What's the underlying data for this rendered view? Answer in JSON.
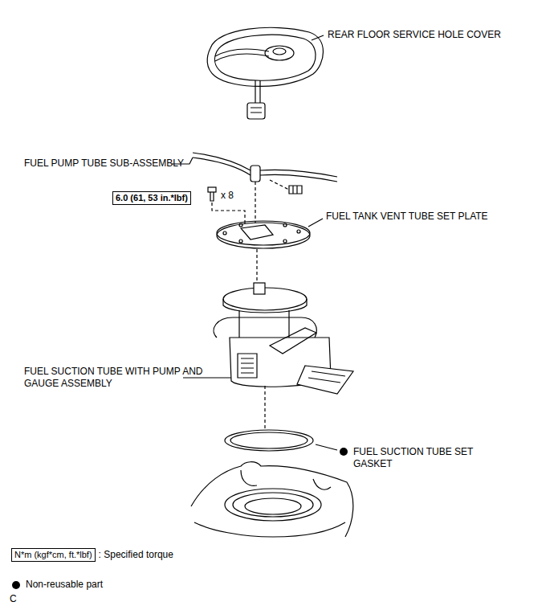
{
  "diagram": {
    "nodes": [
      {
        "text": [
          "6.0 (61, 53 in.*lbf)"
        ]
      },
      {
        "text": [
          "N*m (kgf*cm, ft.*lbf)"
        ]
      }
    ],
    "edges": [],
    "labels": [
      "REAR FLOOR SERVICE HOLE COVER",
      "FUEL PUMP TUBE SUB-ASSEMBLY",
      "x 8",
      "FUEL TANK VENT TUBE SET PLATE",
      "FUEL SUCTION TUBE WITH PUMP AND GAUGE ASSEMBLY",
      "FUEL SUCTION TUBE SET GASKET",
      "C"
    ],
    "legend": [
      {
        "text": ": Specified torque"
      },
      {
        "text": "Non-reusable part"
      }
    ]
  }
}
